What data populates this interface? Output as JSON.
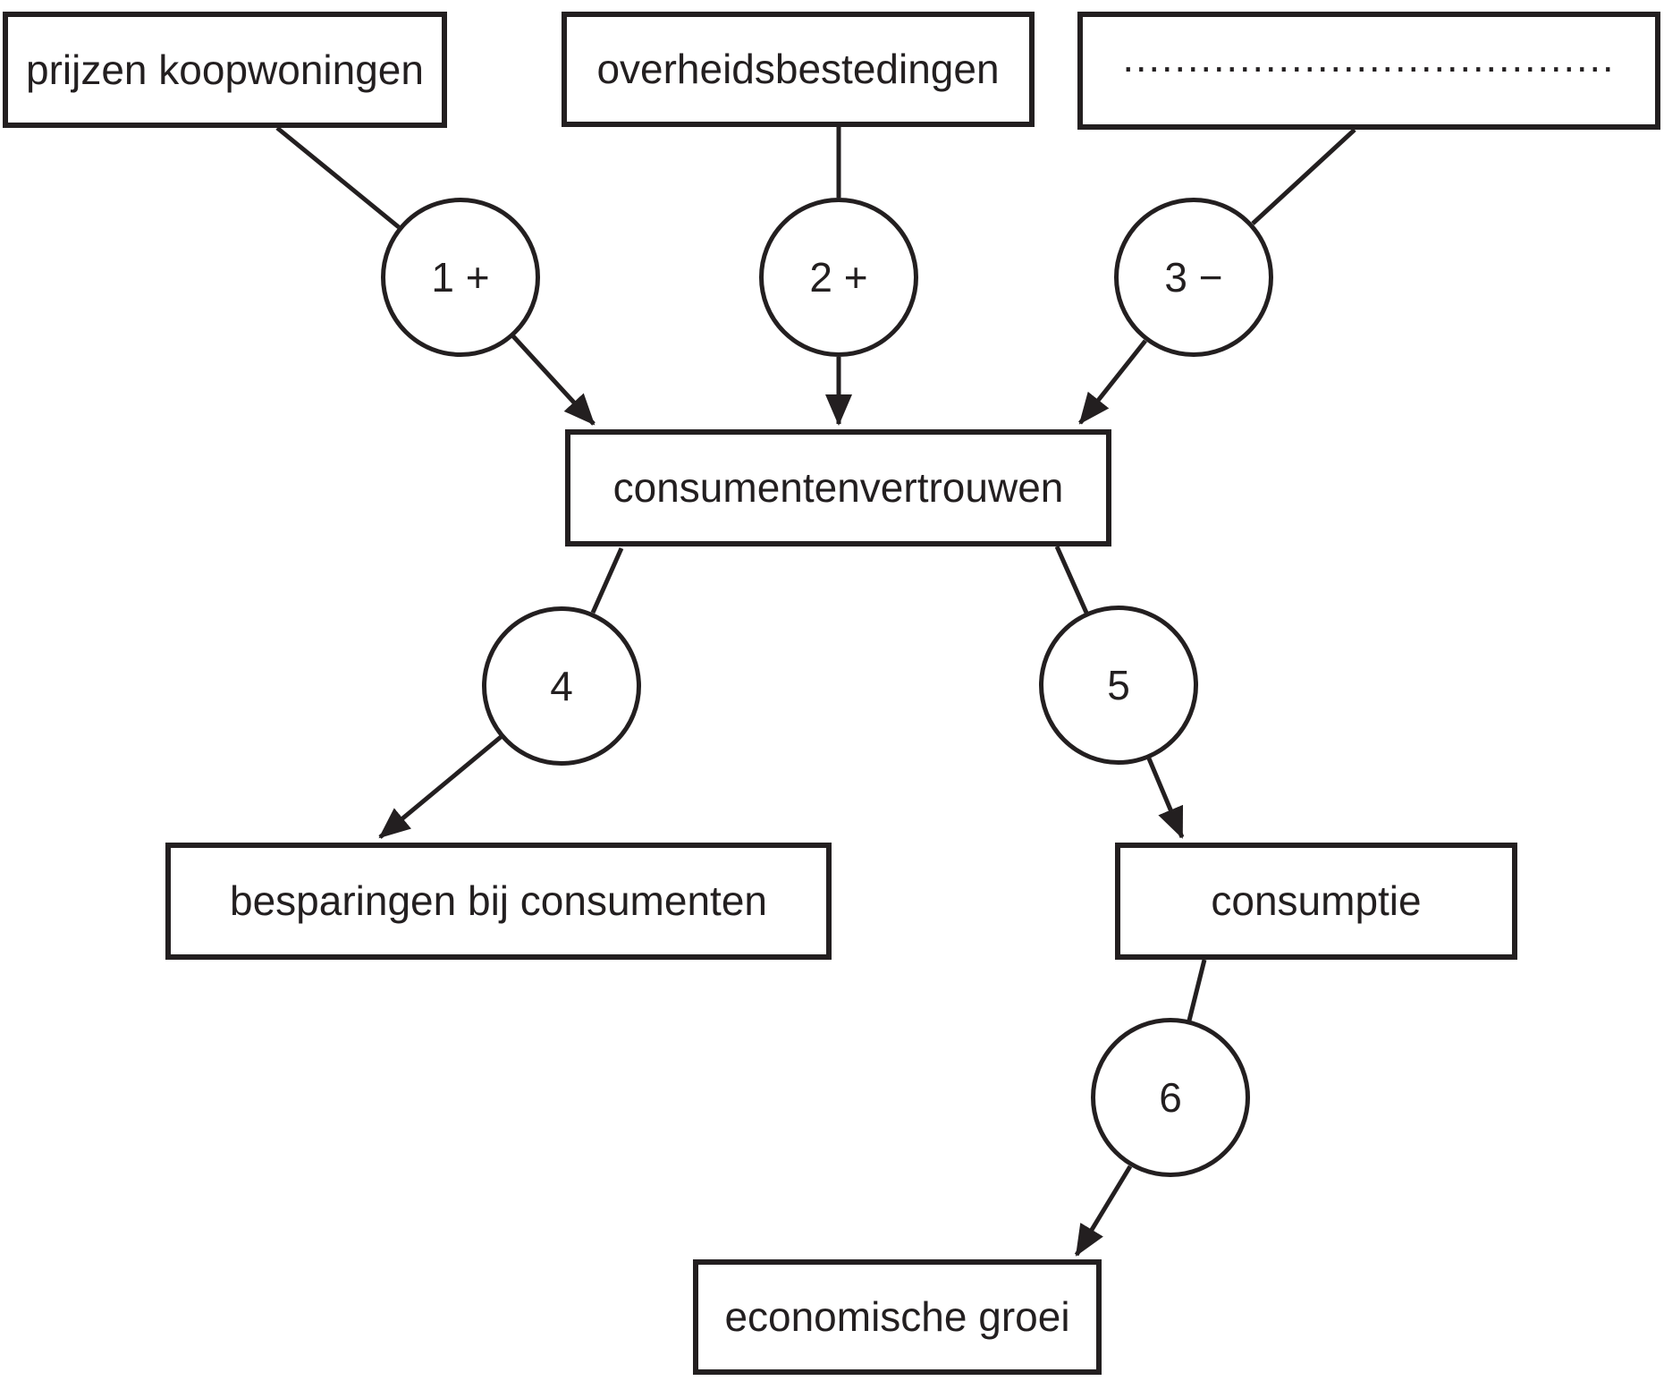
{
  "colors": {
    "ink": "#231f20",
    "background": "#ffffff"
  },
  "boxes": {
    "prices": {
      "label": "prijzen koopwoningen"
    },
    "government": {
      "label": "overheidsbestedingen"
    },
    "blank": {
      "label": "......................................"
    },
    "confidence": {
      "label": "consumentenvertrouwen"
    },
    "savings": {
      "label": "besparingen bij consumenten"
    },
    "consumption": {
      "label": "consumptie"
    },
    "growth": {
      "label": "economische groei"
    }
  },
  "connectors": {
    "c1": {
      "label": "1 +"
    },
    "c2": {
      "label": "2 +"
    },
    "c3": {
      "label": "3 −"
    },
    "c4": {
      "label": "4"
    },
    "c5": {
      "label": "5"
    },
    "c6": {
      "label": "6"
    }
  }
}
